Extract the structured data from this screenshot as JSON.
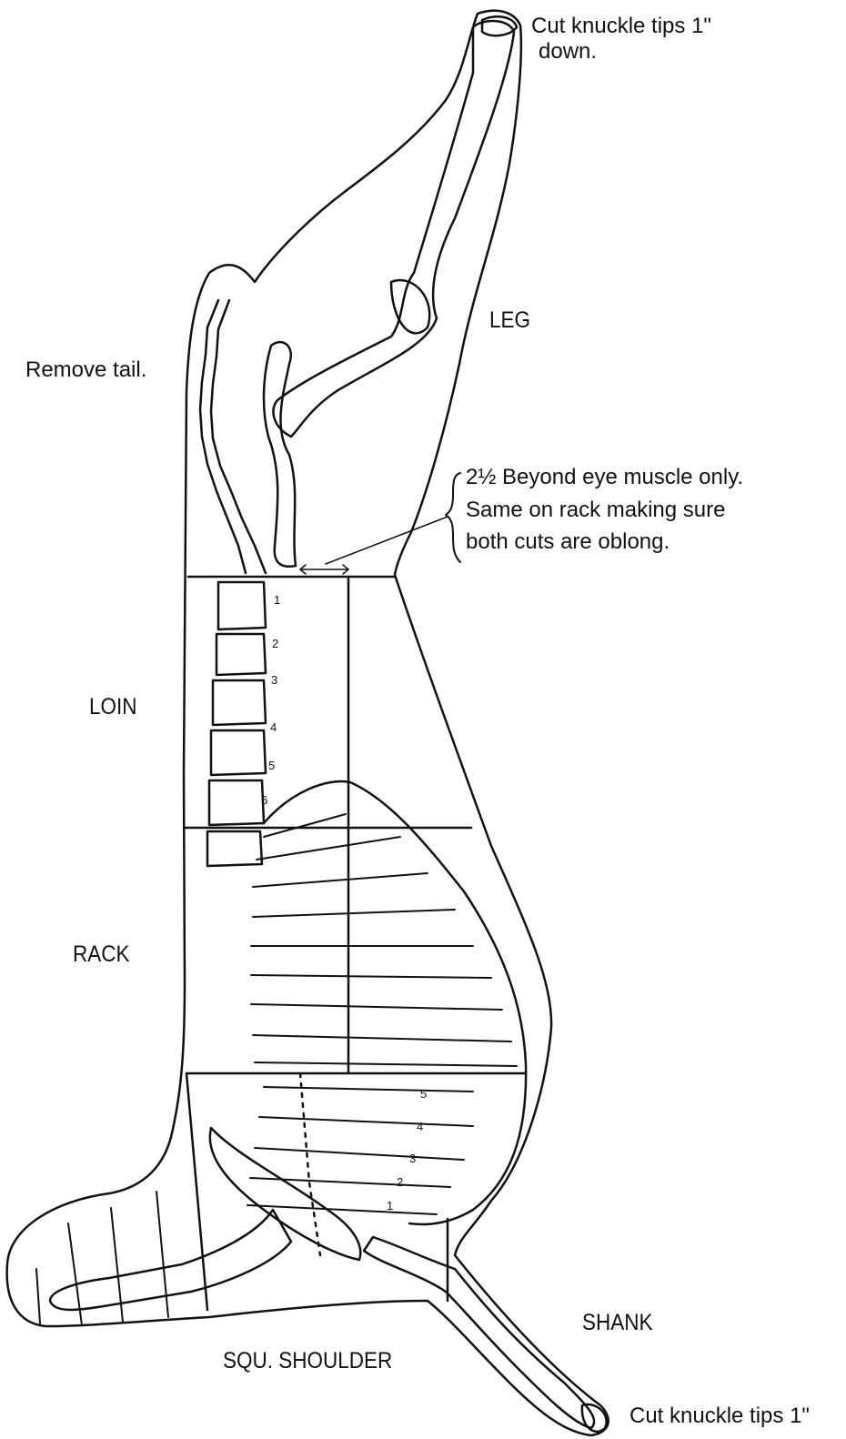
{
  "labels": {
    "knuckle_top_line1": "Cut knuckle tips 1\"",
    "knuckle_top_line2": "down.",
    "leg": "LEG",
    "remove_tail": "Remove tail.",
    "beyond_prefix": "2½",
    "beyond_line1": "Beyond eye muscle only.",
    "beyond_line2": "Same on rack making sure",
    "beyond_line3": "both cuts are oblong.",
    "loin": "LOIN",
    "rack": "RACK",
    "shank": "SHANK",
    "shoulder": "SQU. SHOULDER",
    "knuckle_bottom": "Cut knuckle tips 1\""
  },
  "vertebra_numbers": [
    "1",
    "2",
    "3",
    "4",
    "5",
    "6"
  ],
  "rib_numbers": [
    "5",
    "4",
    "3",
    "2",
    "1"
  ],
  "colors": {
    "ink": "#111111",
    "background": "#ffffff"
  }
}
